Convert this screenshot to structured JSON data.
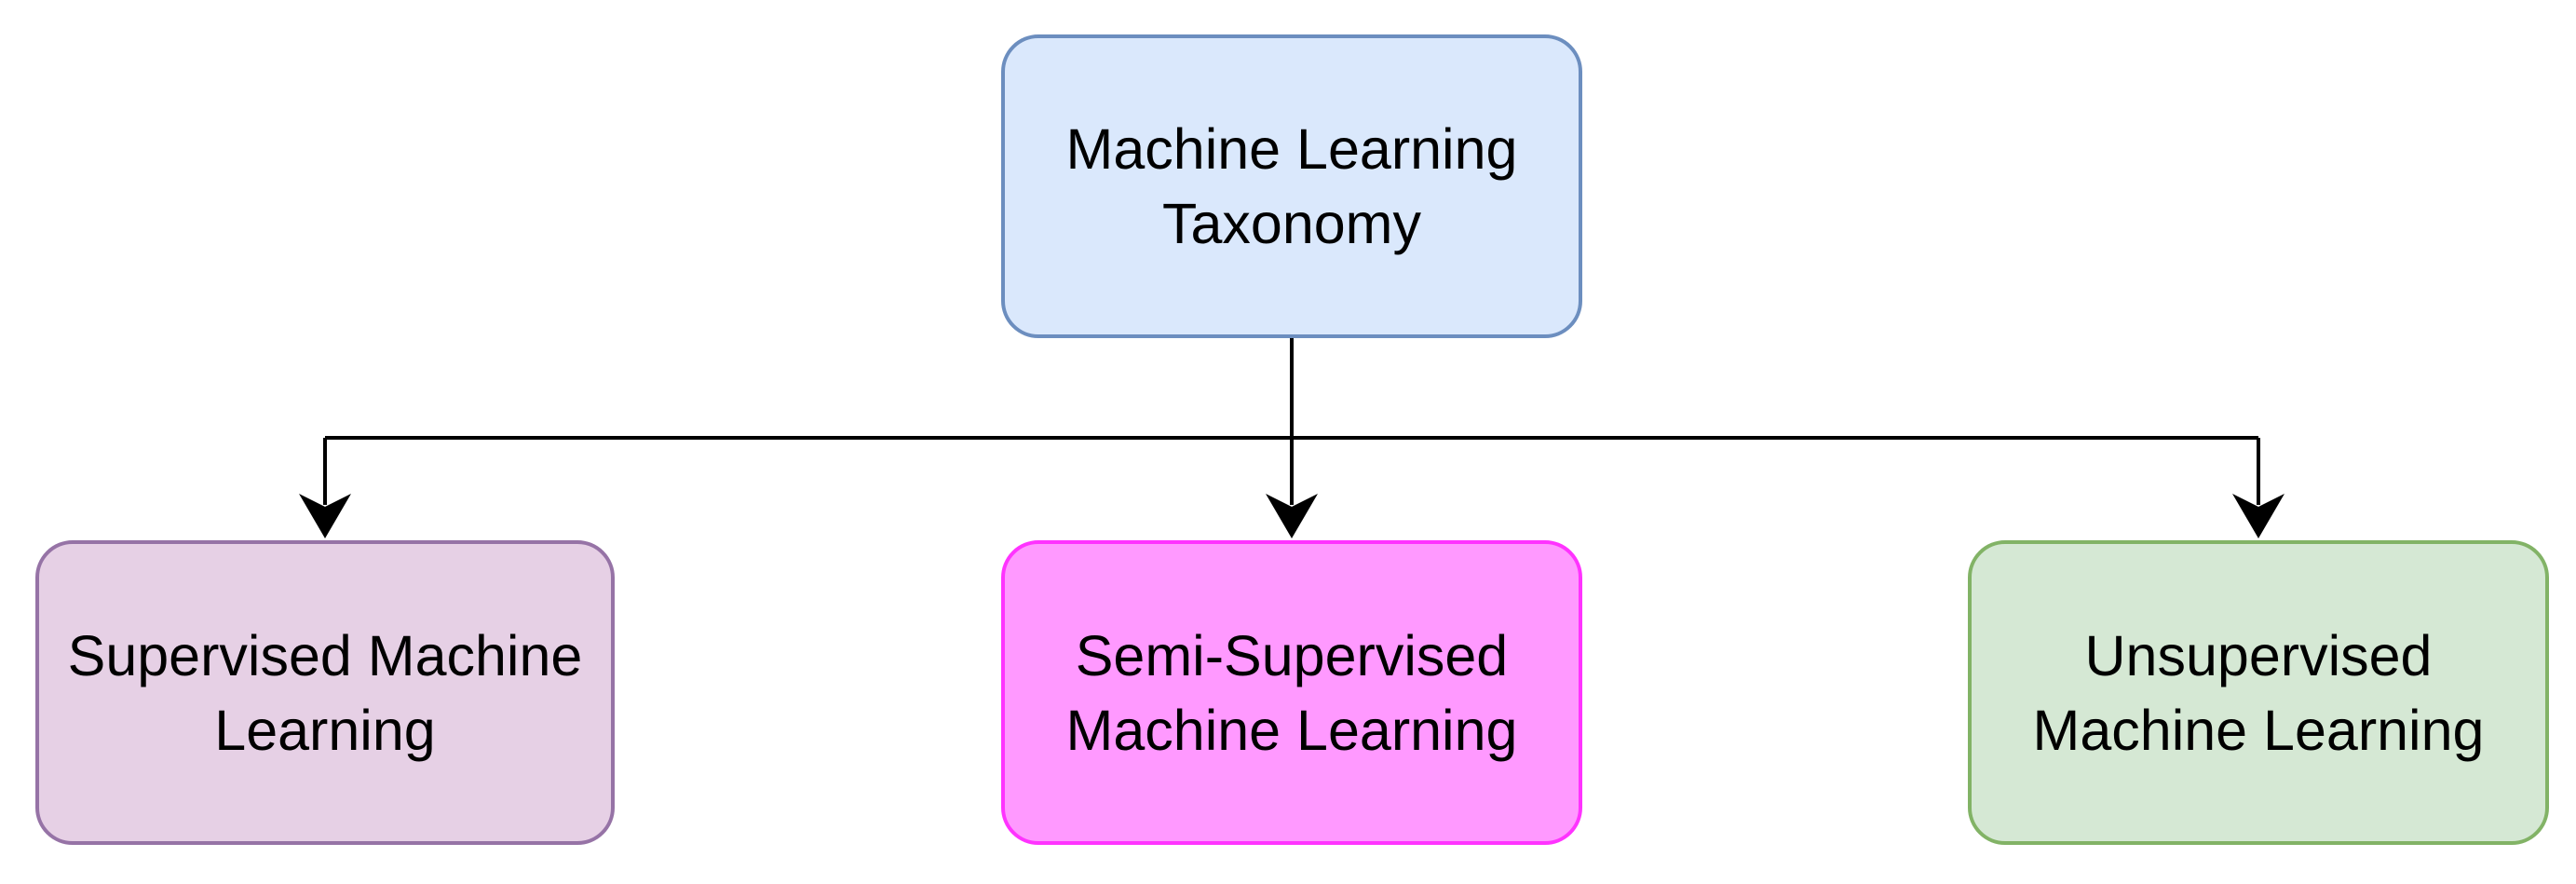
{
  "diagram": {
    "root": {
      "lines": [
        "Machine Learning",
        "Taxonomy"
      ],
      "fill": "#dae8fc",
      "stroke": "#6c8ebf"
    },
    "children": [
      {
        "id": "supervised",
        "lines": [
          "Supervised Machine",
          "Learning"
        ],
        "fill": "#e6d0e5",
        "stroke": "#9673a6"
      },
      {
        "id": "semi",
        "lines": [
          "Semi-Supervised",
          "Machine Learning"
        ],
        "fill": "#ff99ff",
        "stroke": "#ff33ff"
      },
      {
        "id": "unsupervised",
        "lines": [
          "Unsupervised",
          "Machine Learning"
        ],
        "fill": "#d5e8d4",
        "stroke": "#82b366"
      }
    ],
    "edge_color": "#000000"
  }
}
